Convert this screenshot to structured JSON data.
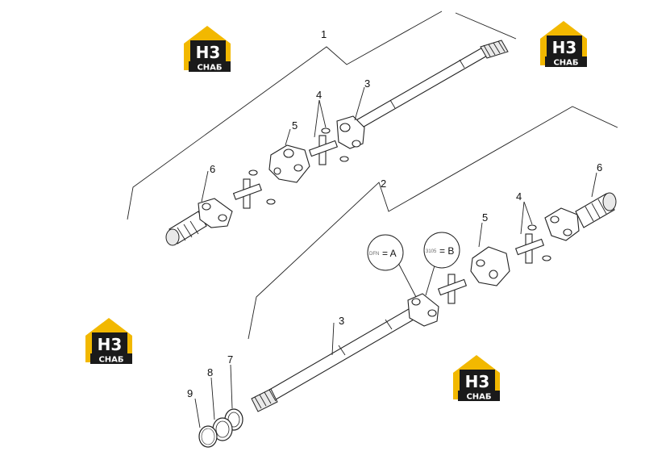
{
  "callouts": {
    "c1": "1",
    "c2": "2",
    "c3_top": "3",
    "c3_bottom": "3",
    "c4_top": "4",
    "c4_bottom": "4",
    "c5_top": "5",
    "c5_bottom": "5",
    "c6_left": "6",
    "c6_right": "6",
    "c7": "7",
    "c8": "8",
    "c9": "9"
  },
  "bubbles": {
    "a_label": "= A",
    "a_small": "DFN",
    "b_label": "= B",
    "b_small": "3105"
  },
  "logo": {
    "letters": "H3",
    "caption": "СНАБ",
    "colors": {
      "roof": "#f2b800",
      "body": "#1a1a1a",
      "accent": "#f2b800"
    }
  }
}
